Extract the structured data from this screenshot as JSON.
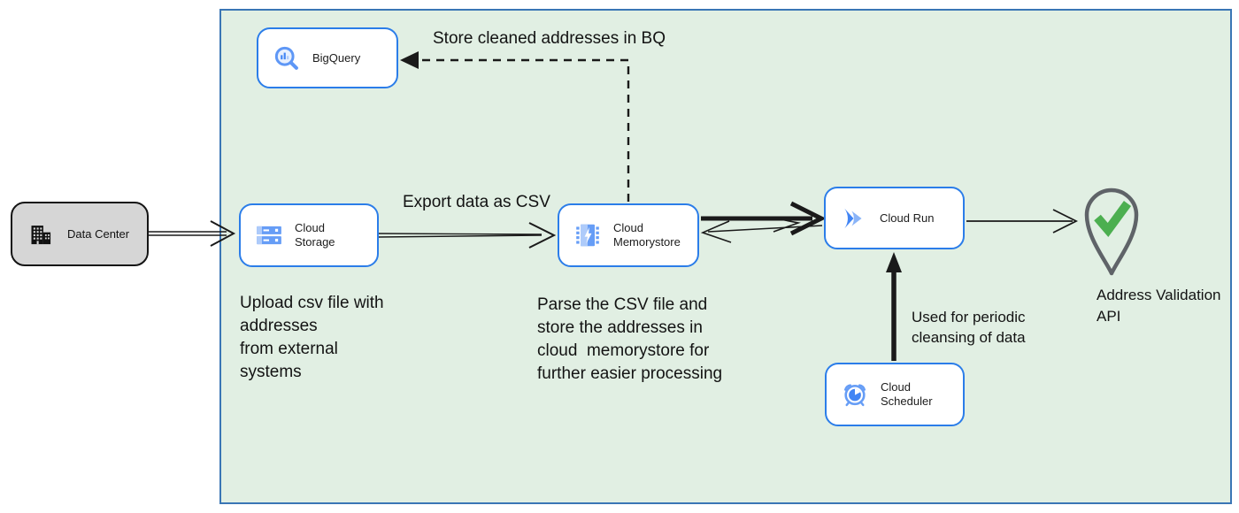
{
  "nodes": {
    "data_center": {
      "label": "Data Center"
    },
    "bigquery": {
      "label": "BigQuery"
    },
    "cloud_storage": {
      "label": "Cloud Storage"
    },
    "cloud_memorystore": {
      "lines": [
        "Cloud",
        "Memorystore"
      ]
    },
    "cloud_run": {
      "label": "Cloud Run"
    },
    "cloud_scheduler": {
      "label": "Cloud Scheduler"
    },
    "address_validation_api": {
      "lines": [
        "Address Validation",
        "API"
      ]
    }
  },
  "annotations": {
    "store_bq": {
      "text": "Store cleaned addresses in BQ"
    },
    "export_csv": {
      "text": "Export data as CSV"
    },
    "upload_csv": {
      "lines": [
        "Upload csv file with",
        "addresses",
        "from external",
        "systems"
      ]
    },
    "parse_csv": {
      "lines": [
        "Parse the CSV file and",
        "store the addresses in",
        "cloud  memorystore for",
        "further easier processing"
      ]
    },
    "periodic_cleansing": {
      "lines": [
        "Used for periodic",
        "cleansing of data"
      ]
    }
  },
  "icons": {
    "data_center": "building-icon",
    "bigquery": "bigquery-magnifier-chart-icon",
    "cloud_storage": "storage-bars-icon",
    "cloud_memorystore": "memorystore-chip-bolt-icon",
    "cloud_run": "cloud-run-chevrons-icon",
    "cloud_scheduler": "scheduler-alarm-clock-icon",
    "address_validation_api": "map-pin-checkmark-icon"
  },
  "colors": {
    "panel_fill": "#e1efe3",
    "panel_border": "#3a76b5",
    "node_border": "#2b7de9",
    "node_fill": "#ffffff",
    "data_center_fill": "#d6d6d6",
    "arrow": "#1a1a1a",
    "icon_blue": "#4285f4",
    "icon_mid_blue": "#669df6",
    "icon_light_blue": "#aecbfa",
    "pin_outline": "#5f6368",
    "check_green": "#4caf50",
    "text": "#111111"
  }
}
